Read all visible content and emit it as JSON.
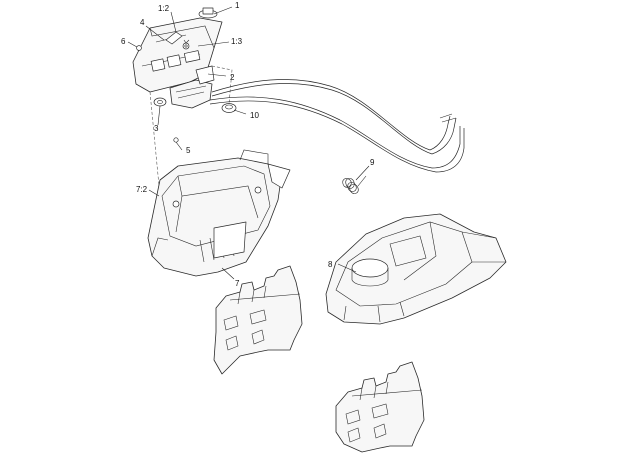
{
  "callouts": {
    "c1": "1",
    "c1_2": "1:2",
    "c1_3": "1:3",
    "c2": "2",
    "c3": "3",
    "c4": "4",
    "c5": "5",
    "c6": "6",
    "c7": "7",
    "c7_2": "7:2",
    "c8": "8",
    "c9": "9",
    "c10": "10"
  }
}
